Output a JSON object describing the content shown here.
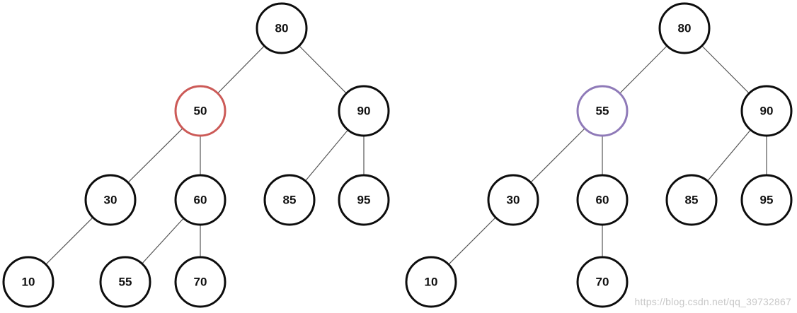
{
  "colors": {
    "node_stroke": "#0d0d0d",
    "edge": "#555555",
    "left_highlight": "#cc5a57",
    "right_highlight": "#8f7ab8",
    "watermark": "#c8c8c8"
  },
  "trees": [
    {
      "id": "before",
      "nodes": [
        {
          "id": "a80",
          "label": "80"
        },
        {
          "id": "a50",
          "label": "50",
          "highlight": "left_highlight"
        },
        {
          "id": "a90",
          "label": "90"
        },
        {
          "id": "a30",
          "label": "30"
        },
        {
          "id": "a60",
          "label": "60"
        },
        {
          "id": "a85",
          "label": "85"
        },
        {
          "id": "a95",
          "label": "95"
        },
        {
          "id": "a10",
          "label": "10"
        },
        {
          "id": "a55",
          "label": "55"
        },
        {
          "id": "a70",
          "label": "70"
        }
      ],
      "edges": [
        [
          "a80",
          "a50"
        ],
        [
          "a80",
          "a90"
        ],
        [
          "a50",
          "a30"
        ],
        [
          "a50",
          "a60"
        ],
        [
          "a90",
          "a85"
        ],
        [
          "a90",
          "a95"
        ],
        [
          "a30",
          "a10"
        ],
        [
          "a60",
          "a55"
        ],
        [
          "a60",
          "a70"
        ]
      ]
    },
    {
      "id": "after",
      "nodes": [
        {
          "id": "b80",
          "label": "80"
        },
        {
          "id": "b55",
          "label": "55",
          "highlight": "right_highlight"
        },
        {
          "id": "b90",
          "label": "90"
        },
        {
          "id": "b30",
          "label": "30"
        },
        {
          "id": "b60",
          "label": "60"
        },
        {
          "id": "b85",
          "label": "85"
        },
        {
          "id": "b95",
          "label": "95"
        },
        {
          "id": "b10",
          "label": "10"
        },
        {
          "id": "b70",
          "label": "70"
        }
      ],
      "edges": [
        [
          "b80",
          "b55"
        ],
        [
          "b80",
          "b90"
        ],
        [
          "b55",
          "b30"
        ],
        [
          "b55",
          "b60"
        ],
        [
          "b90",
          "b85"
        ],
        [
          "b90",
          "b95"
        ],
        [
          "b30",
          "b10"
        ],
        [
          "b60",
          "b70"
        ]
      ]
    }
  ],
  "watermark": "https://blog.csdn.net/qq_39732867"
}
